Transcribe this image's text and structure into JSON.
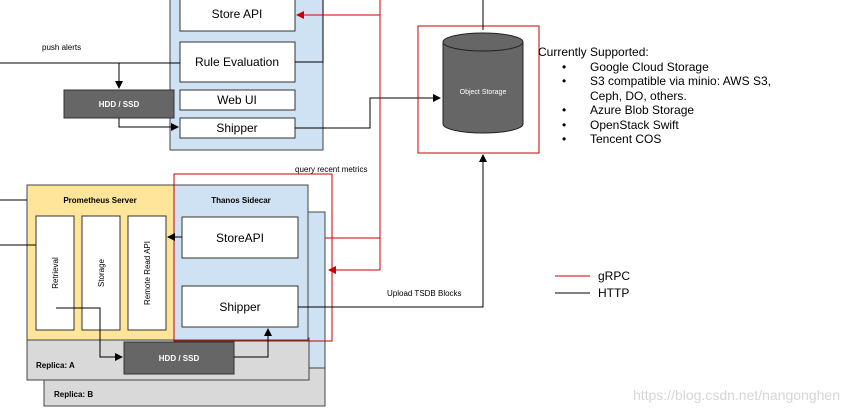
{
  "top_components": {
    "store_api": "Store API",
    "rule_evaluation": "Rule Evaluation",
    "web_ui": "Web UI",
    "shipper": "Shipper",
    "hdd_ssd": "HDD / SSD",
    "push_alerts": "push alerts"
  },
  "object_storage": {
    "label": "Object Storage",
    "supported_title": "Currently Supported:",
    "supported_items": [
      "Google Cloud Storage",
      "S3 compatible via minio: AWS S3,",
      "Ceph, DO, others.",
      "Azure Blob Storage",
      "OpenStack Swift",
      "Tencent COS"
    ]
  },
  "query_recent_metrics": "query recent metrics",
  "prometheus_server": {
    "title": "Prometheus Server",
    "retrieval": "Retrieval",
    "storage": "Storage",
    "remote_read_api": "Remote Read API",
    "hdd_ssd": "HDD / SSD",
    "replica_a": "Replica: A",
    "replica_b": "Replica: B"
  },
  "thanos_sidecar": {
    "title": "Thanos Sidecar",
    "store_api": "StoreAPI",
    "shipper": "Shipper"
  },
  "upload_label": "Upload TSDB Blocks",
  "legend": {
    "grpc": "gRPC",
    "http": "HTTP",
    "grpc_color": "#cc0000",
    "http_color": "#000000"
  },
  "watermark": "https://blog.csdn.net/nangonghen"
}
